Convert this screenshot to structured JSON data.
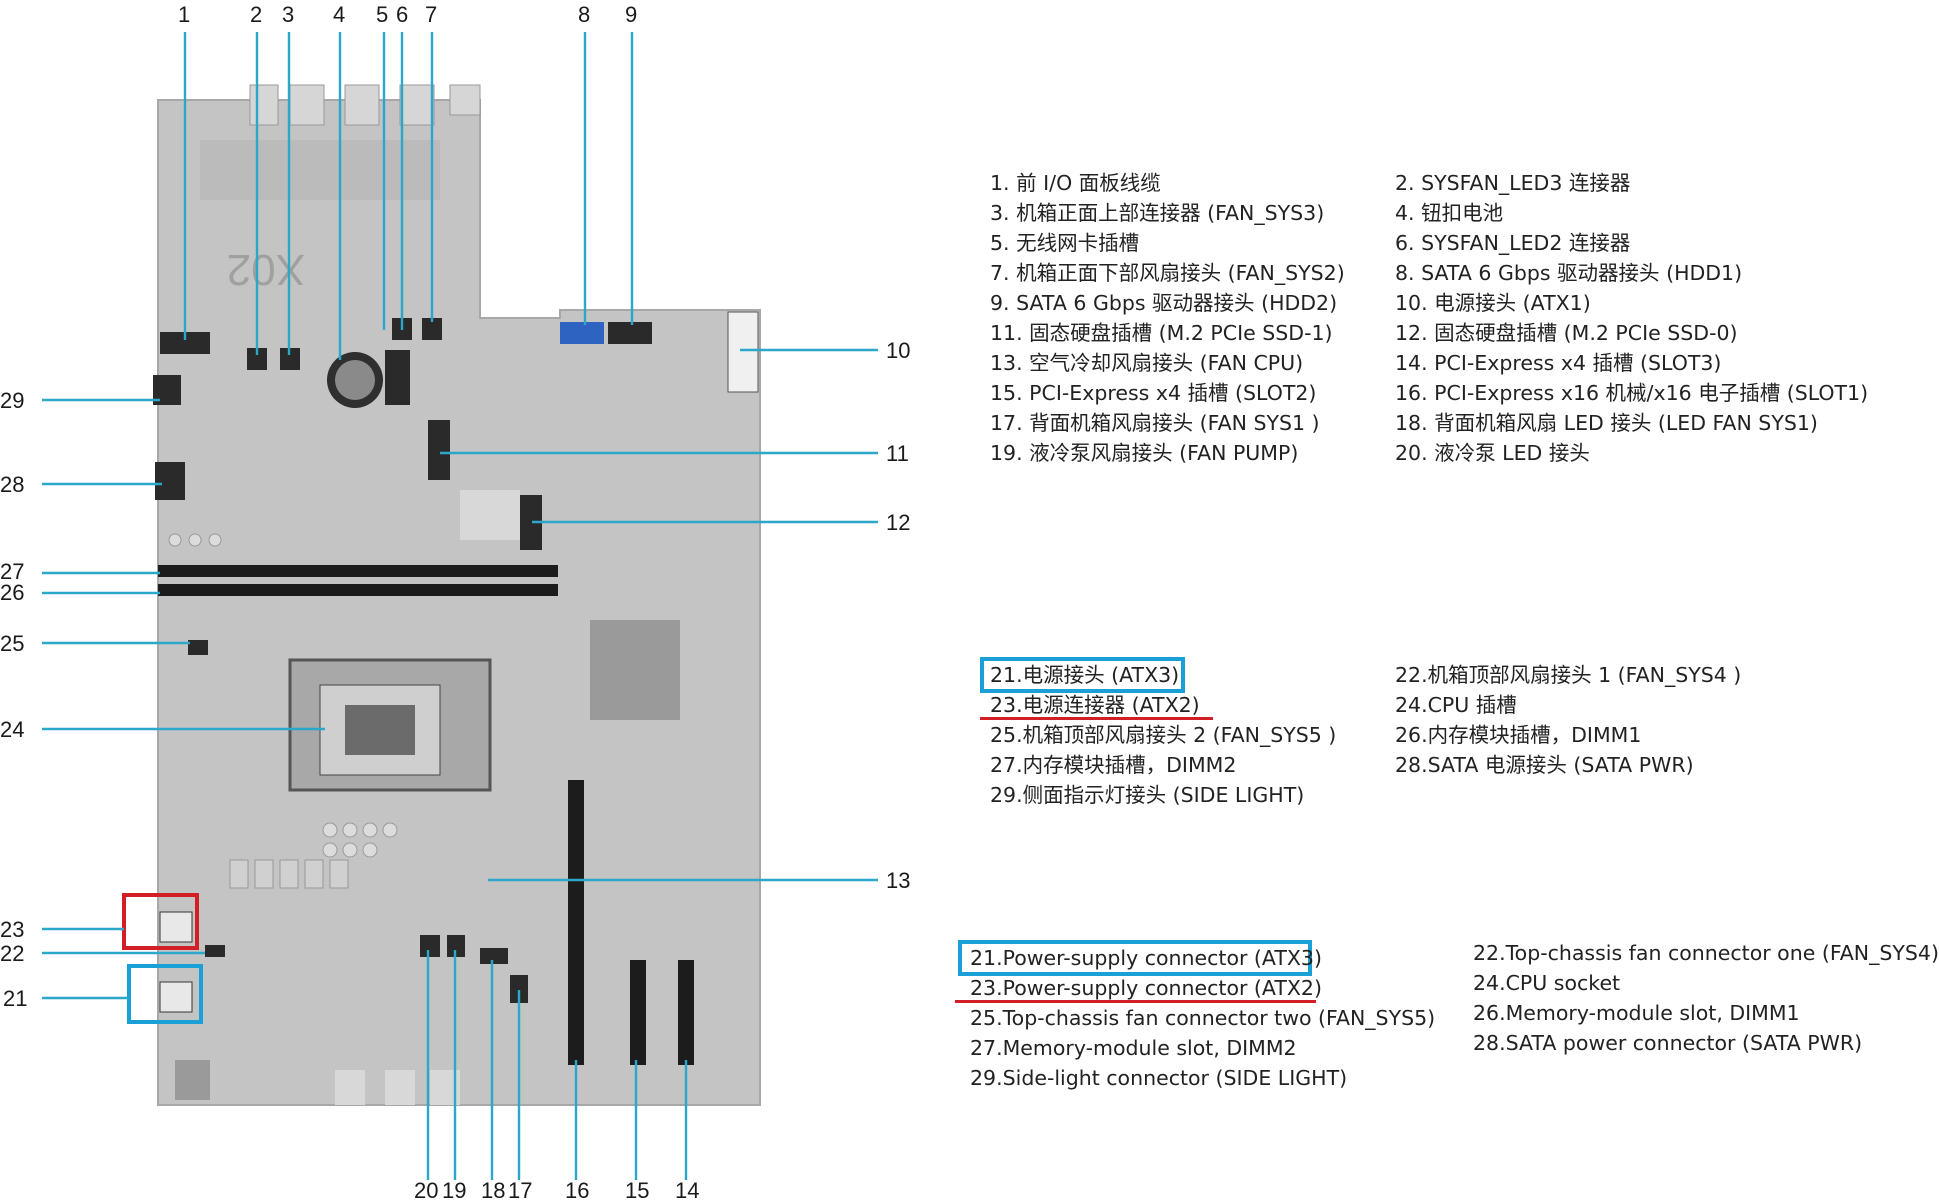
{
  "callouts": {
    "top": [
      "1",
      "2",
      "3",
      "4",
      "5",
      "6",
      "7",
      "8",
      "9"
    ],
    "right": [
      "10",
      "11",
      "12",
      "13"
    ],
    "left": [
      "29",
      "28",
      "27",
      "26",
      "25",
      "24",
      "23",
      "22",
      "21"
    ],
    "bottom": [
      "20",
      "19",
      "18",
      "17",
      "16",
      "15",
      "14"
    ]
  },
  "board_silkscreen": "X02",
  "legend_cn": [
    {
      "num": "1.",
      "text": "前 I/O 面板线缆"
    },
    {
      "num": "2.",
      "text": "SYSFAN_LED3 连接器"
    },
    {
      "num": "3.",
      "text": "机箱正面上部连接器 (FAN_SYS3)"
    },
    {
      "num": "4.",
      "text": "钮扣电池"
    },
    {
      "num": "5.",
      "text": "无线网卡插槽"
    },
    {
      "num": "6.",
      "text": "SYSFAN_LED2 连接器"
    },
    {
      "num": "7.",
      "text": "机箱正面下部风扇接头 (FAN_SYS2)"
    },
    {
      "num": "8.",
      "text": "SATA 6 Gbps 驱动器接头 (HDD1)"
    },
    {
      "num": "9.",
      "text": "SATA 6 Gbps 驱动器接头 (HDD2)"
    },
    {
      "num": "10.",
      "text": "电源接头 (ATX1)"
    },
    {
      "num": "11.",
      "text": "固态硬盘插槽 (M.2 PCIe SSD-1)"
    },
    {
      "num": "12.",
      "text": "固态硬盘插槽 (M.2 PCIe SSD-0)"
    },
    {
      "num": "13.",
      "text": "空气冷却风扇接头 (FAN CPU)"
    },
    {
      "num": "14.",
      "text": "PCI-Express x4 插槽 (SLOT3)"
    },
    {
      "num": "15.",
      "text": "PCI-Express x4 插槽 (SLOT2)"
    },
    {
      "num": "16.",
      "text": "PCI-Express x16 机械/x16 电子插槽 (SLOT1)"
    },
    {
      "num": "17.",
      "text": "背面机箱风扇接头 (FAN SYS1 )"
    },
    {
      "num": "18.",
      "text": "背面机箱风扇 LED 接头 (LED FAN SYS1)"
    },
    {
      "num": "19.",
      "text": "液冷泵风扇接头 (FAN PUMP)"
    },
    {
      "num": "20.",
      "text": "液冷泵 LED 接头"
    }
  ],
  "legend_cn2_left": [
    {
      "num": "21.",
      "text": "电源接头 (ATX3)"
    },
    {
      "num": "23.",
      "text": "电源连接器 (ATX2)"
    },
    {
      "num": "25.",
      "text": "机箱顶部风扇接头 2 (FAN_SYS5 )"
    },
    {
      "num": "27.",
      "text": "内存模块插槽，DIMM2"
    },
    {
      "num": "29.",
      "text": "侧面指示灯接头 (SIDE LIGHT)"
    }
  ],
  "legend_cn2_right": [
    {
      "num": "22.",
      "text": "机箱顶部风扇接头 1 (FAN_SYS4 )"
    },
    {
      "num": "24.",
      "text": "CPU 插槽"
    },
    {
      "num": "26.",
      "text": "内存模块插槽，DIMM1"
    },
    {
      "num": "28.",
      "text": "SATA 电源接头 (SATA PWR)"
    }
  ],
  "legend_en_left": [
    {
      "num": "21.",
      "text": "Power-supply connector (ATX3)"
    },
    {
      "num": "23.",
      "text": "Power-supply connector (ATX2)"
    },
    {
      "num": "25.",
      "text": "Top-chassis fan connector two (FAN_SYS5)"
    },
    {
      "num": "27.",
      "text": "Memory-module slot, DIMM2"
    },
    {
      "num": "29.",
      "text": "Side-light connector (SIDE LIGHT)"
    }
  ],
  "legend_en_right": [
    {
      "num": "22.",
      "text": "Top-chassis fan connector one (FAN_SYS4)"
    },
    {
      "num": "24.",
      "text": "CPU socket"
    },
    {
      "num": "26.",
      "text": "Memory-module slot, DIMM1"
    },
    {
      "num": "28.",
      "text": "SATA power connector (SATA PWR)"
    }
  ],
  "colors": {
    "leader": "#2aa7c9",
    "highlight_blue": "#1a9fd6",
    "highlight_red": "#d21f26",
    "board": "#bdbdbd"
  }
}
